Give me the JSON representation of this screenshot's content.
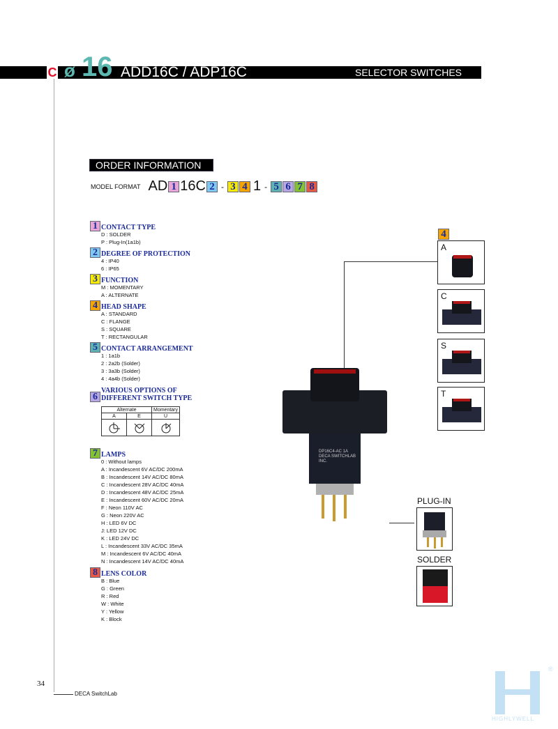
{
  "header": {
    "c_mark": "C",
    "diameter": "ø",
    "size": "16",
    "title": "ADD16C / ADP16C",
    "category": "SELECTOR SWITCHES"
  },
  "order_info": {
    "heading": "ORDER INFORMATION",
    "model_format_label": "MODEL FORMAT",
    "parts": [
      "AD",
      "1",
      "16C",
      "2",
      "-",
      "3",
      "4",
      "1",
      "-",
      "5",
      "6",
      "7",
      "8"
    ]
  },
  "colors": {
    "b1": "#e6a6d6",
    "b2": "#80c8f0",
    "b3": "#f5ea00",
    "b4": "#f5a400",
    "b5": "#5fb2b2",
    "b6": "#b6a6e2",
    "b7": "#84c232",
    "b8": "#e45a44"
  },
  "sections": [
    {
      "num": "1",
      "title": "CONTACT TYPE",
      "items": [
        "D : SOLDER",
        "P : Plug-In(1a1b)"
      ]
    },
    {
      "num": "2",
      "title": "DEGREE OF PROTECTION",
      "items": [
        "4 : IP40",
        "6 : IP65"
      ]
    },
    {
      "num": "3",
      "title": "FUNCTION",
      "items": [
        "M : MOMENTARY",
        "A : ALTERNATE"
      ]
    },
    {
      "num": "4",
      "title": "HEAD SHAPE",
      "items": [
        "A : STANDARD",
        "C : FLANGE",
        "S : SQUARE",
        "T : RECTANGULAR"
      ]
    },
    {
      "num": "5",
      "title": "CONTACT ARRANGEMENT",
      "items": [
        "1 : 1a1b",
        "2 : 2a2b (Solder)",
        "3 : 3a3b (Solder)",
        "4 : 4a4b (Solder)"
      ]
    },
    {
      "num": "6",
      "title_line1": "VARIOUS OPTIONS OF",
      "title_line2": "DIFFERENT SWITCH TYPE",
      "table": {
        "groups": [
          "Alternate",
          "Momentary"
        ],
        "cols": [
          "A",
          "E",
          "U"
        ]
      }
    },
    {
      "num": "7",
      "title": "LAMPS",
      "items": [
        "0 : Without lamps",
        "A : Incandescent 6V AC/DC 200mA",
        "B : Incandescent 14V AC/DC 80mA",
        "C : Incandescent 28V AC/DC 40mA",
        "D : Incandescent 48V AC/DC 25mA",
        "E : Incandescent 60V AC/DC 20mA",
        "F : Neon 110V AC",
        "G : Neon 220V AC",
        "H : LED 6V DC",
        "J: LED 12V DC",
        "K : LED 24V DC",
        "L :  Incandescent 33V AC/DC 35mA",
        "M :  Incandescent 6V AC/DC 40mA",
        "N :  Incandescent 14V AC/DC 40mA"
      ]
    },
    {
      "num": "8",
      "title": "LENS COLOR",
      "items": [
        "B : Blue",
        "G : Green",
        "R : Red",
        "W : White",
        "Y : Yellow",
        "K : Block"
      ]
    }
  ],
  "head_shapes": {
    "num": "4",
    "items": [
      "A",
      "C",
      "S",
      "T"
    ]
  },
  "terminals": {
    "plug_in": "PLUG-IN",
    "solder": "SOLDER"
  },
  "product_label": "DP16C4-AC 1A DECA SWITCHLAB INC.",
  "footer": {
    "page": "34",
    "brand": "DECA SwitchLab",
    "watermark": "HIGHLYWELL",
    "reg": "®"
  }
}
